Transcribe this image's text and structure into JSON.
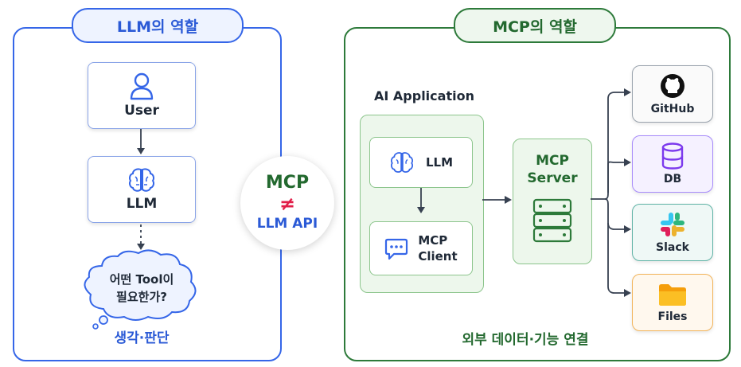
{
  "left_panel": {
    "title": "LLM의 역할",
    "user_label": "User",
    "llm_label": "LLM",
    "thought_line1": "어떤 Tool이",
    "thought_line2": "필요한가?",
    "caption": "생각·판단"
  },
  "center_badge": {
    "line1": "MCP",
    "symbol": "≠",
    "line2": "LLM API"
  },
  "right_panel": {
    "title": "MCP의 역할",
    "app_title": "AI Application",
    "llm_label": "LLM",
    "client_line1": "MCP",
    "client_line2": "Client",
    "server_line1": "MCP",
    "server_line2": "Server",
    "caption": "외부 데이터·기능 연결",
    "targets": [
      {
        "label": "GitHub",
        "icon": "github-icon",
        "color": "#111111"
      },
      {
        "label": "DB",
        "icon": "database-icon",
        "color": "#7c3aed"
      },
      {
        "label": "Slack",
        "icon": "slack-icon",
        "color": "#e01e5a"
      },
      {
        "label": "Files",
        "icon": "folder-icon",
        "color": "#f59e0b"
      }
    ]
  },
  "colors": {
    "blue": "#3566e8",
    "green": "#2d7a3a",
    "red": "#e11d48"
  }
}
